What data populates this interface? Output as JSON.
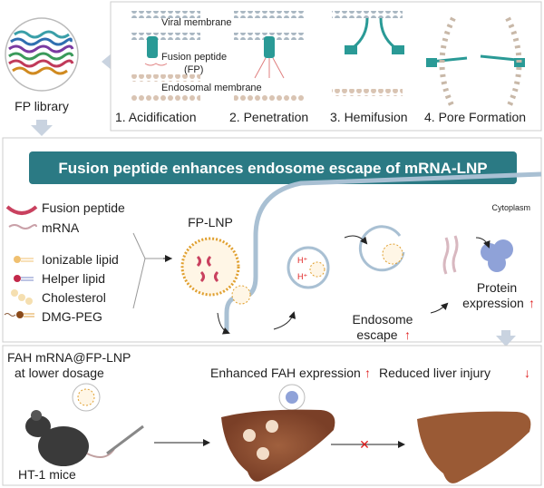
{
  "library": {
    "label": "FP library"
  },
  "mechanism": {
    "viral_membrane": "Viral membrane",
    "fusion_peptide": "Fusion peptide",
    "fp_abbrev": "(FP)",
    "endosomal_membrane": "Endosomal membrane",
    "steps": [
      "1. Acidification",
      "2. Penetration",
      "3. Hemifusion",
      "4. Pore Formation"
    ]
  },
  "banner": {
    "title": "Fusion peptide enhances endosome escape of mRNA-LNP",
    "color": "#2b7a84"
  },
  "legend": [
    "Fusion peptide",
    "mRNA",
    "Ionizable lipid",
    "Helper lipid",
    "Cholesterol",
    "DMG-PEG"
  ],
  "cell": {
    "fp_lnp": "FP-LNP",
    "cytoplasm": "Cytoplasm",
    "proton": "H⁺",
    "endosome_escape": [
      "Endosome",
      "escape"
    ],
    "protein_expression": [
      "Protein",
      "expression"
    ],
    "up_arrow": "↑"
  },
  "outcome": {
    "treatment": [
      "FAH mRNA@FP-LNP",
      "at lower dosage"
    ],
    "mice": "HT-1 mice",
    "enhanced": "Enhanced FAH expression",
    "reduced": "Reduced liver injury",
    "up_arrow": "↑",
    "down_arrow": "↓",
    "blocked": "✕"
  }
}
